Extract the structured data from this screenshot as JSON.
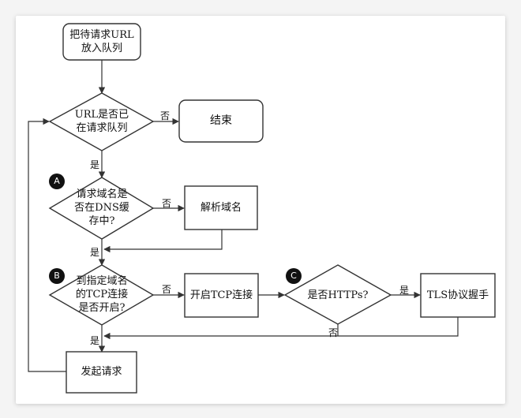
{
  "nodes": {
    "start": "把待请求URL\n放入队列",
    "url_in_queue": "URL是否已\n在请求队列",
    "end": "结束",
    "dns_cached": "请求域名是\n否在DNS缓\n存中?",
    "resolve_domain": "解析域名",
    "tcp_open": "到指定域名\n的TCP连接\n是否开启?",
    "open_tcp": "开启TCP连接",
    "is_https": "是否HTTPs?",
    "tls": "TLS协议握手",
    "send_request": "发起请求"
  },
  "edges": {
    "no_to_end": "否",
    "yes_after_url": "是",
    "no_to_resolve": "否",
    "yes_after_dns": "是",
    "no_to_open_tcp": "否",
    "yes_to_tls": "是",
    "no_from_https": "否",
    "yes_after_tcp": "是"
  },
  "badges": {
    "a": "A",
    "b": "B",
    "c": "C"
  }
}
